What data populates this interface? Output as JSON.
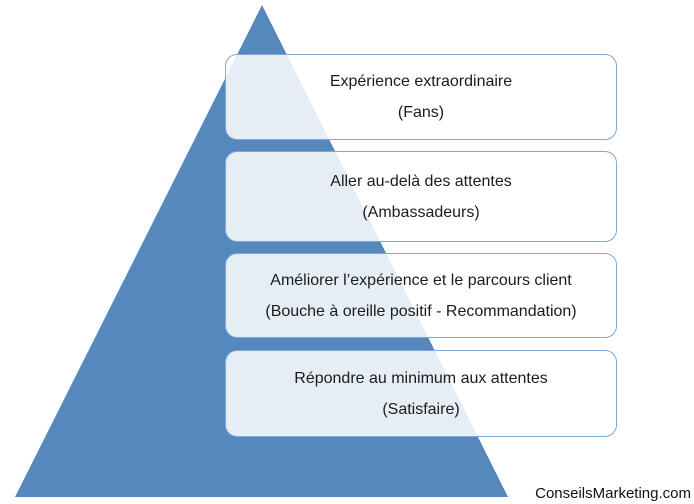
{
  "diagram": {
    "type": "pyramid",
    "levels": [
      {
        "title": "Expérience extraordinaire",
        "subtitle": "(Fans)"
      },
      {
        "title": "Aller au-delà des attentes",
        "subtitle": "(Ambassadeurs)"
      },
      {
        "title": "Améliorer l’expérience et le parcours client",
        "subtitle": "(Bouche à oreille positif - Recommandation)"
      },
      {
        "title": "Répondre au minimum aux attentes",
        "subtitle": "(Satisfaire)"
      }
    ],
    "credit": "ConseilsMarketing.com",
    "colors": {
      "pyramid": "#5588BD",
      "box_border": "#7FA8D4",
      "box_fill": "rgba(255,255,255,0.85)",
      "text": "#1c1c1c",
      "credit_text": "#111111"
    }
  }
}
